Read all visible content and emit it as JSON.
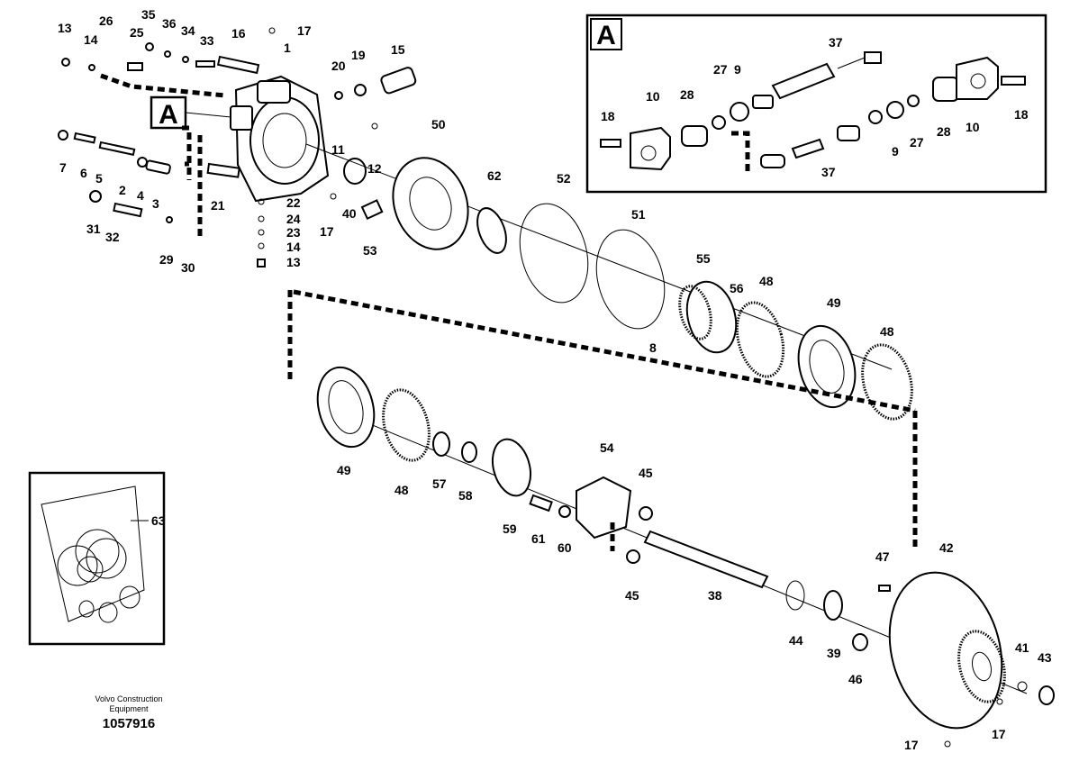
{
  "detail": {
    "ref_letter": "A",
    "detail_letter": "A"
  },
  "callouts": {
    "c1": "1",
    "c2": "2",
    "c3": "3",
    "c4": "4",
    "c5": "5",
    "c6": "6",
    "c7": "7",
    "c8": "8",
    "c11": "11",
    "c12": "12",
    "c13a": "13",
    "c13b": "13",
    "c14a": "14",
    "c14b": "14",
    "c15": "15",
    "c16": "16",
    "c17a": "17",
    "c17b": "17",
    "c17c": "17",
    "c17d": "17",
    "c19": "19",
    "c20": "20",
    "c21": "21",
    "c22": "22",
    "c23": "23",
    "c24": "24",
    "c25": "25",
    "c26": "26",
    "c29": "29",
    "c30": "30",
    "c31": "31",
    "c32": "32",
    "c33": "33",
    "c34": "34",
    "c35": "35",
    "c36": "36",
    "c38": "38",
    "c39": "39",
    "c40": "40",
    "c41": "41",
    "c42": "42",
    "c43": "43",
    "c44": "44",
    "c45a": "45",
    "c45b": "45",
    "c46": "46",
    "c47": "47",
    "c48a": "48",
    "c48b": "48",
    "c48c": "48",
    "c49a": "49",
    "c49b": "49",
    "c50": "50",
    "c51": "51",
    "c52": "52",
    "c53": "53",
    "c54": "54",
    "c55": "55",
    "c56": "56",
    "c57": "57",
    "c58": "58",
    "c59": "59",
    "c60": "60",
    "c61": "61",
    "c62": "62",
    "c63": "63",
    "d37a": "37",
    "d37b": "37",
    "d10a": "10",
    "d10b": "10",
    "d18a": "18",
    "d18b": "18",
    "d28a": "28",
    "d28b": "28",
    "d27a": "27",
    "d27b": "27",
    "d9a": "9",
    "d9b": "9"
  },
  "footer": {
    "company_line1": "Volvo Construction",
    "company_line2": "Equipment",
    "drawing_number": "1057916"
  }
}
